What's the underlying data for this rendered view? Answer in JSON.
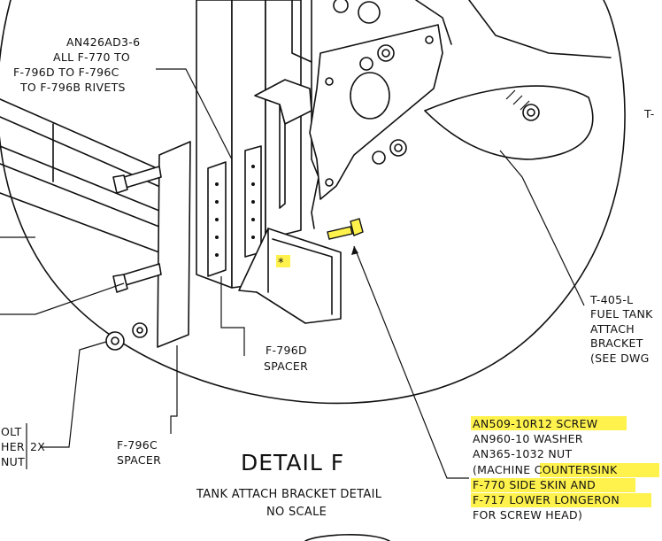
{
  "callouts": {
    "rivets": [
      "AN426AD3-6",
      "ALL F-770 TO",
      "F-796D TO F-796C",
      "TO F-796B RIVETS"
    ],
    "spacer_d": [
      "F-796D",
      "SPACER"
    ],
    "spacer_c": [
      "F-796C",
      "SPACER"
    ],
    "bracket_top": "T-",
    "bracket": [
      "T-405-L",
      "FUEL TANK",
      "ATTACH",
      "BRACKET",
      "(SEE DWG"
    ],
    "left_hw": [
      "OLT",
      "HER",
      "NUT"
    ],
    "left_qty": "2X",
    "screw_hw": [
      {
        "prefix": "",
        "highlight": "AN509-10R12 SCREW",
        "suffix": ""
      },
      {
        "prefix": "AN960-10 WASHER",
        "highlight": "",
        "suffix": ""
      },
      {
        "prefix": "AN365-1032 NUT",
        "highlight": "",
        "suffix": ""
      },
      {
        "prefix": "(MACHINE ",
        "highlight": "COUNTERSINK",
        "suffix": ""
      },
      {
        "prefix": "",
        "highlight": "F-770 SIDE SKIN AND",
        "suffix": ""
      },
      {
        "prefix": "",
        "highlight": "F-717 LOWER LONGERON",
        "suffix": ""
      },
      {
        "prefix": "FOR SCREW HEAD)",
        "highlight": "",
        "suffix": ""
      }
    ],
    "star": "*"
  },
  "detail": {
    "title": "DETAIL F",
    "subtitle": "TANK ATTACH BRACKET DETAIL",
    "scale": "NO SCALE"
  },
  "colors": {
    "line": "#111111",
    "highlight": "#fff24d",
    "background": "#ffffff"
  }
}
